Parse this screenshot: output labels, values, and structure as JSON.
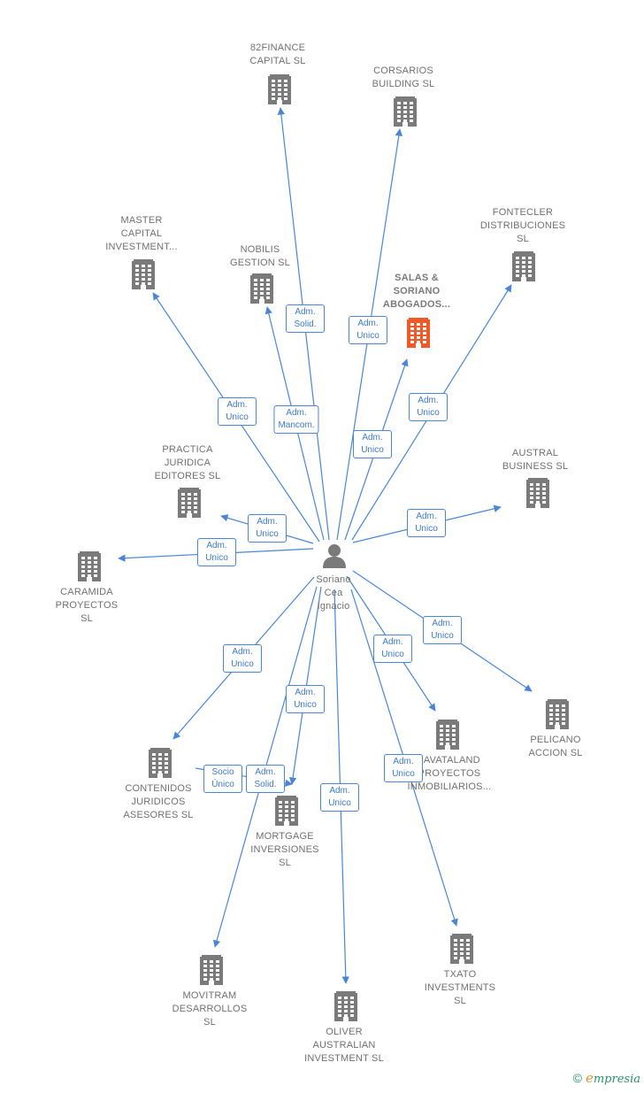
{
  "center": {
    "label": "Soriano\nCea\nIgnacio",
    "icon": "person-icon"
  },
  "colors": {
    "edge": "#4a86d4",
    "building": "#7a7a7a",
    "focus_building": "#f05a28",
    "person": "#7a7a7a"
  },
  "nodes": [
    {
      "id": "82finance",
      "label": "82FINANCE\nCAPITAL  SL",
      "icon": "building-icon"
    },
    {
      "id": "corsarios",
      "label": "CORSARIOS\nBUILDING  SL",
      "icon": "building-icon"
    },
    {
      "id": "fontecler",
      "label": "FONTECLER\nDISTRIBUCIONES\nSL",
      "icon": "building-icon"
    },
    {
      "id": "master",
      "label": "MASTER\nCAPITAL\nINVESTMENT...",
      "icon": "building-icon"
    },
    {
      "id": "nobilis",
      "label": "NOBILIS\nGESTION  SL",
      "icon": "building-icon"
    },
    {
      "id": "salas",
      "label": "SALAS &\nSORIANO\nABOGADOS...",
      "icon": "building-icon",
      "focus": true
    },
    {
      "id": "practica",
      "label": "PRACTICA\nJURIDICA\nEDITORES SL",
      "icon": "building-icon"
    },
    {
      "id": "austral",
      "label": "AUSTRAL\nBUSINESS  SL",
      "icon": "building-icon"
    },
    {
      "id": "caramida",
      "label": "CARAMIDA\nPROYECTOS\nSL",
      "icon": "building-icon"
    },
    {
      "id": "pelicano",
      "label": "PELICANO\nACCION SL",
      "icon": "building-icon"
    },
    {
      "id": "javataland",
      "label": "JAVATALAND\nPROYECTOS\nINMOBILIARIOS...",
      "icon": "building-icon"
    },
    {
      "id": "contenidos",
      "label": "CONTENIDOS\nJURIDICOS\nASESORES  SL",
      "icon": "building-icon"
    },
    {
      "id": "mortgage",
      "label": "MORTGAGE\nINVERSIONES\nSL",
      "icon": "building-icon"
    },
    {
      "id": "movitram",
      "label": "MOVITRAM\nDESARROLLOS\nSL",
      "icon": "building-icon"
    },
    {
      "id": "oliver",
      "label": "OLIVER\nAUSTRALIAN\nINVESTMENT SL",
      "icon": "building-icon"
    },
    {
      "id": "txato",
      "label": "TXATO\nINVESTMENTS\nSL",
      "icon": "building-icon"
    }
  ],
  "edges": [
    {
      "to": "82finance",
      "label": "Adm.\nSolid."
    },
    {
      "to": "corsarios",
      "label": "Adm.\nUnico"
    },
    {
      "to": "fontecler",
      "label": "Adm.\nUnico"
    },
    {
      "to": "master",
      "label": "Adm.\nUnico"
    },
    {
      "to": "nobilis",
      "label": "Adm.\nMancom."
    },
    {
      "to": "salas",
      "label": "Adm.\nUnico"
    },
    {
      "to": "practica",
      "label": "Adm.\nUnico"
    },
    {
      "to": "austral",
      "label": "Adm.\nUnico"
    },
    {
      "to": "caramida",
      "label": "Adm.\nUnico"
    },
    {
      "to": "pelicano",
      "label": "Adm.\nUnico"
    },
    {
      "to": "javataland",
      "label": "Adm.\nUnico"
    },
    {
      "to": "contenidos",
      "label": "Adm.\nUnico"
    },
    {
      "to": "mortgage",
      "label": "Adm.\nUnico"
    },
    {
      "to": "movitram",
      "label": "Adm.\nSolid."
    },
    {
      "to": "oliver",
      "label": "Adm.\nUnico"
    },
    {
      "to": "txato",
      "label": "Adm.\nUnico"
    },
    {
      "from": "contenidos",
      "to": "mortgage",
      "label": "Socio\nÚnico"
    }
  ],
  "footer": {
    "copyright": "©",
    "brand_e": "e",
    "brand_rest": "mpresia"
  }
}
